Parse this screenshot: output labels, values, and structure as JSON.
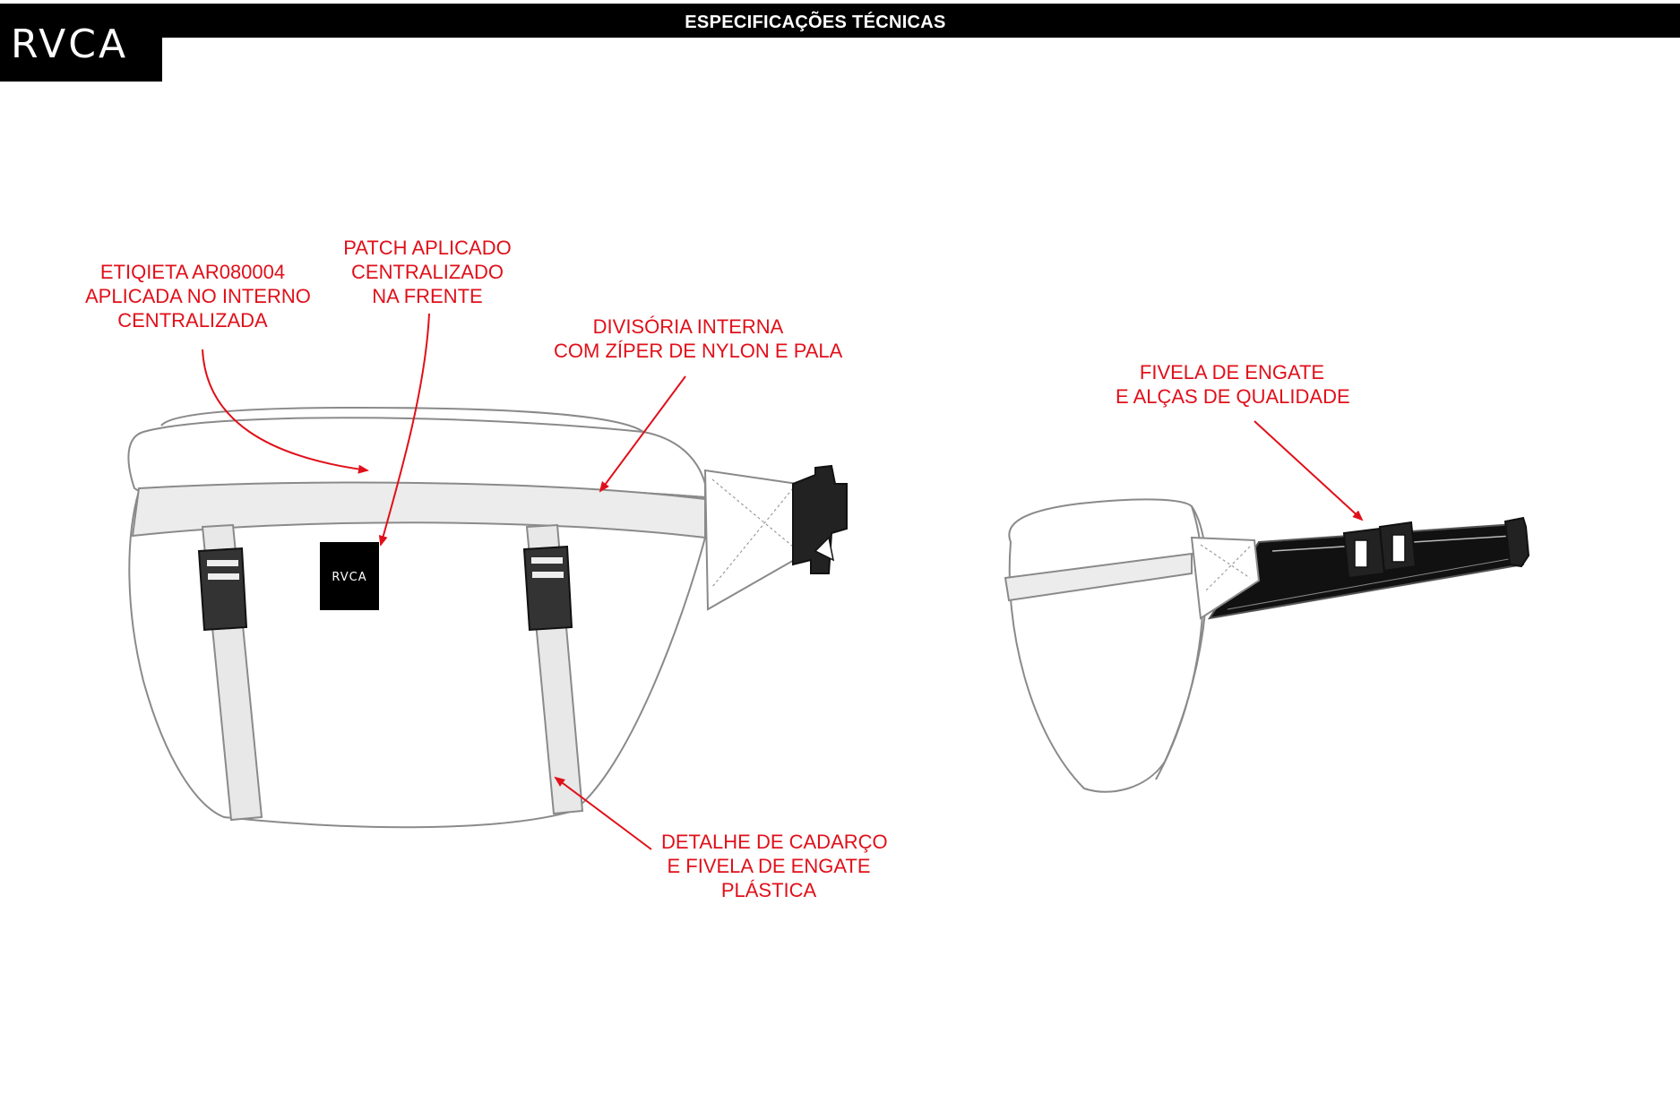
{
  "header": {
    "title": "ESPECIFICAÇÕES TÉCNICAS"
  },
  "brand": {
    "logo_text": "RVCA",
    "patch_text": "RVCA"
  },
  "callouts": {
    "etiqueta": [
      "ETIQIETA AR080004",
      "APLICADA NO INTERNO",
      "CENTRALIZADA"
    ],
    "patch": [
      "PATCH APLICADO",
      "CENTRALIZADO",
      "NA FRENTE"
    ],
    "divisoria": [
      "DIVISÓRIA INTERNA",
      "COM ZÍPER DE NYLON E PALA"
    ],
    "detalhe": [
      "DETALHE DE CADARÇO",
      "E FIVELA DE ENGATE",
      "PLÁSTICA"
    ],
    "fivela": [
      "FIVELA DE ENGATE",
      "E ALÇAS DE QUALIDADE"
    ]
  },
  "colors": {
    "annotation": "#e0101a",
    "outline": "#8a8a8a",
    "strap": "#e8e8e8",
    "hardware": "#333333"
  }
}
